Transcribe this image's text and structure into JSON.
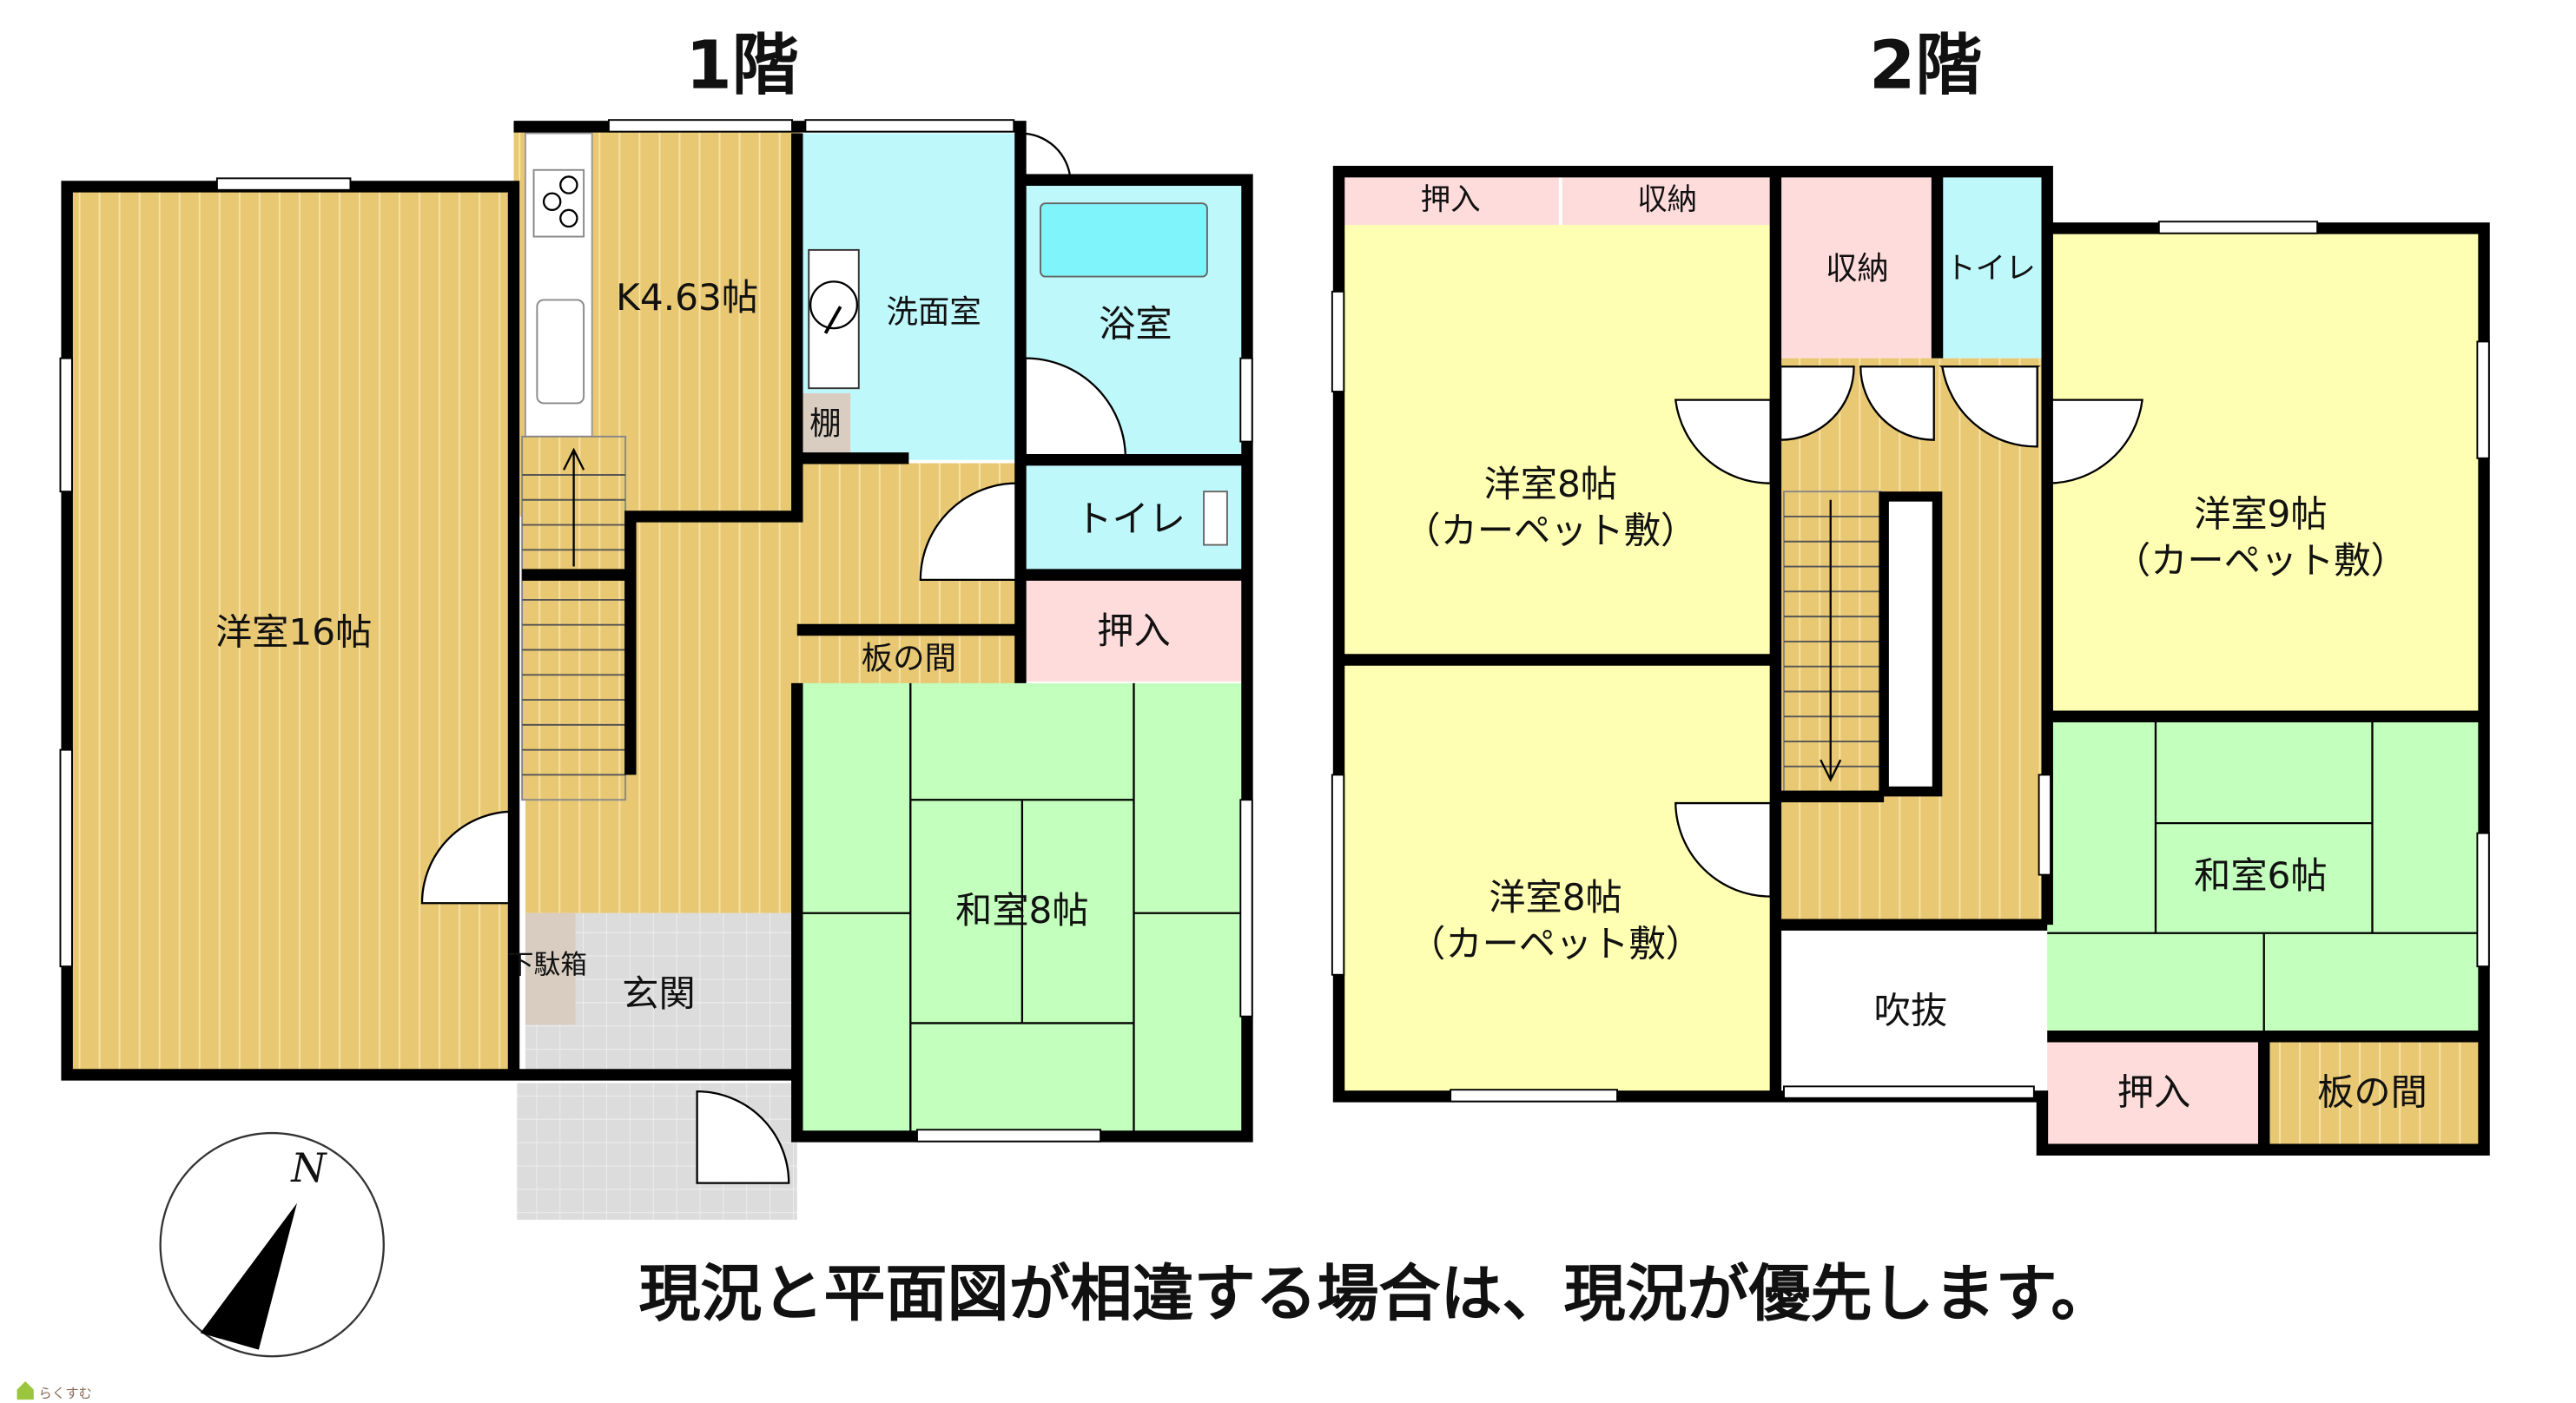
{
  "floor1": {
    "title": "1階",
    "rooms": {
      "western16": "洋室16帖",
      "kitchen": "K4.63帖",
      "washroom": "洗面室",
      "bath": "浴室",
      "shelf": "棚",
      "toilet": "トイレ",
      "closet": "押入",
      "wood_floor": "板の間",
      "japanese8": "和室8帖",
      "shoe_box": "下駄箱",
      "entrance": "玄関"
    }
  },
  "floor2": {
    "title": "2階",
    "rooms": {
      "closet_top": "押入",
      "storage_top": "収納",
      "storage": "収納",
      "toilet": "トイレ",
      "western8_top": "洋室8帖",
      "western8_top_note": "（カーペット敷）",
      "western9": "洋室9帖",
      "western9_note": "（カーペット敷）",
      "western8_bottom": "洋室8帖",
      "western8_bottom_note": "（カーペット敷）",
      "void": "吹抜",
      "japanese6": "和室6帖",
      "closet_bottom": "押入",
      "wood_floor": "板の間"
    }
  },
  "compass": {
    "label": "N"
  },
  "notice": "現況と平面図が相違する場合は、現況が優先します。",
  "watermark": "らくすむ",
  "colors": {
    "wood": "#e9c873",
    "western_carpet": "#ffffb3",
    "water": "#bff8fb",
    "closet": "#ffdcdc",
    "tatami": "#c3ffbd",
    "entrance": "#dcdcdc"
  }
}
